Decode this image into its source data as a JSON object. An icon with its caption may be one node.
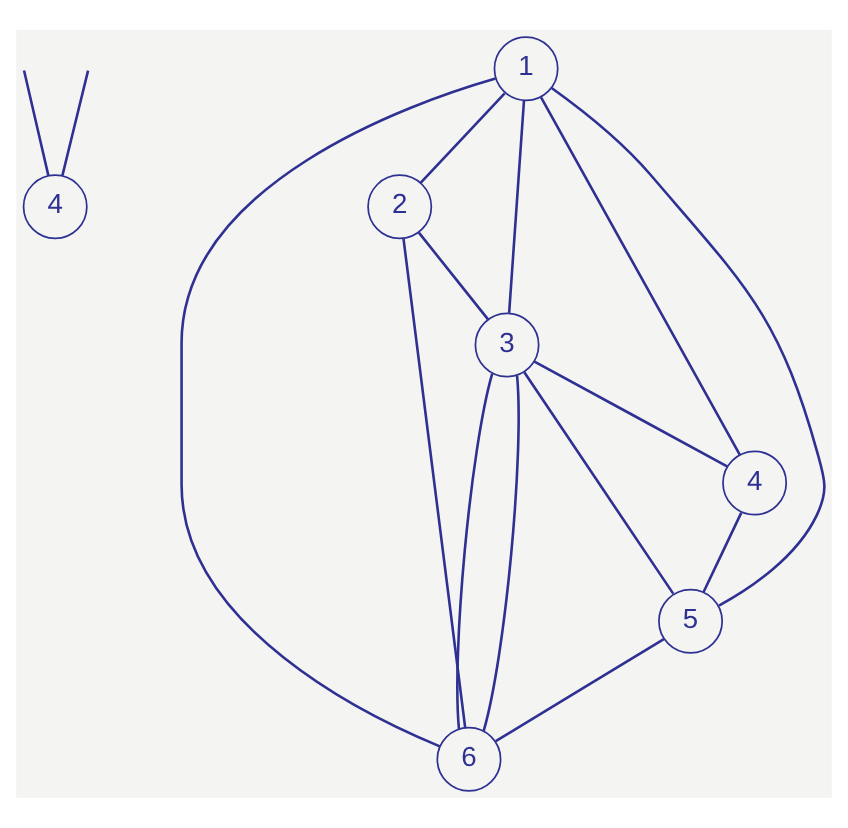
{
  "diagram": {
    "nodes": [
      {
        "text": [
          "4"
        ]
      },
      {
        "text": [
          "2"
        ]
      },
      {
        "text": [
          "3"
        ]
      },
      {
        "text": [
          "1"
        ]
      },
      {
        "text": [
          "4"
        ]
      },
      {
        "text": [
          "5"
        ]
      },
      {
        "text": [
          "6"
        ]
      }
    ],
    "edges": [
      {
        "from": null,
        "to": 0,
        "arrow": "none"
      },
      {
        "from": null,
        "to": 0,
        "arrow": "none"
      },
      {
        "from": 3,
        "to": 1,
        "arrow": "none"
      },
      {
        "from": 1,
        "to": 2,
        "arrow": "none"
      },
      {
        "from": 3,
        "to": 2,
        "arrow": "none"
      },
      {
        "from": 3,
        "to": 4,
        "arrow": "none"
      },
      {
        "from": 2,
        "to": 4,
        "arrow": "none"
      },
      {
        "from": 3,
        "to": 5,
        "arrow": "none"
      },
      {
        "from": 4,
        "to": 5,
        "arrow": "none"
      },
      {
        "from": 2,
        "to": 5,
        "arrow": "none"
      },
      {
        "from": 5,
        "to": 6,
        "arrow": "none"
      },
      {
        "from": 1,
        "to": 6,
        "arrow": "none"
      },
      {
        "from": 3,
        "to": 6,
        "arrow": "none"
      },
      {
        "from": 2,
        "to": 6,
        "arrow": "none"
      },
      {
        "from": 2,
        "to": 6,
        "arrow": "none"
      }
    ]
  }
}
